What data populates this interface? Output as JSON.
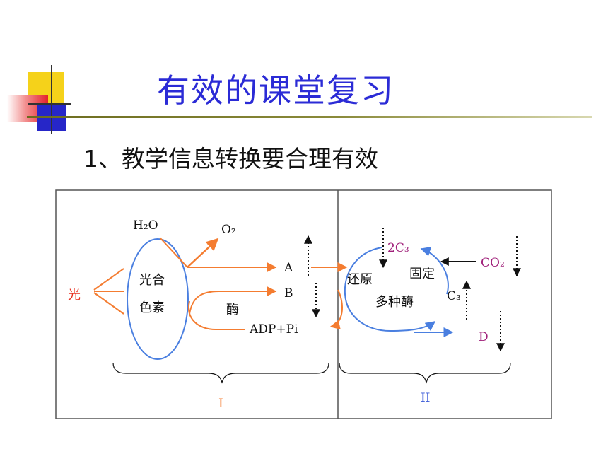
{
  "slide": {
    "title": "有效的课堂复习",
    "subtitle": "1、教学信息转换要合理有效"
  },
  "diagram": {
    "light": "光",
    "pigment_line1": "光合",
    "pigment_line2": "色素",
    "h2o": "H₂O",
    "o2": "O₂",
    "a": "A",
    "b": "B",
    "enzyme_left": "酶",
    "adp_pi": "ADP+Pi",
    "reduction": "还原",
    "fixation": "固定",
    "c3_2": "2C₃",
    "co2": "CO₂",
    "c3": "C₃",
    "multi_enzyme": "多种酶",
    "d": "D",
    "stage_1": "I",
    "stage_2": "II"
  },
  "colors": {
    "title": "#2b2bd6",
    "orange": "#f47c30",
    "blue": "#4a7fe0",
    "purple": "#a0207a",
    "red": "#e83020"
  }
}
